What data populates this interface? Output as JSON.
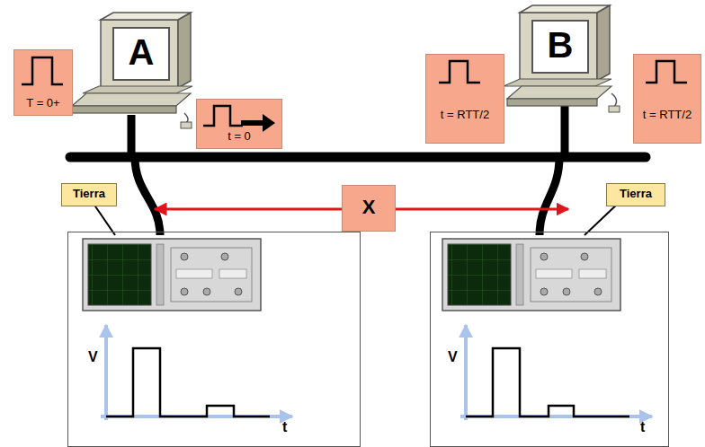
{
  "diagram": {
    "nodes": [
      {
        "text": [
          "T = 0+"
        ]
      },
      {
        "text": [
          "A"
        ]
      },
      {
        "text": [
          "t = 0"
        ]
      },
      {
        "text": [
          "t = RTT/2"
        ]
      },
      {
        "text": [
          "B"
        ]
      },
      {
        "text": [
          "t = RTT/2"
        ]
      },
      {
        "text": [
          "Tierra"
        ]
      },
      {
        "text": [
          "X"
        ]
      },
      {
        "text": [
          "Tierra"
        ]
      },
      {
        "text": [
          "V",
          "t"
        ]
      },
      {
        "text": [
          "V",
          "t"
        ]
      }
    ],
    "edges": []
  }
}
